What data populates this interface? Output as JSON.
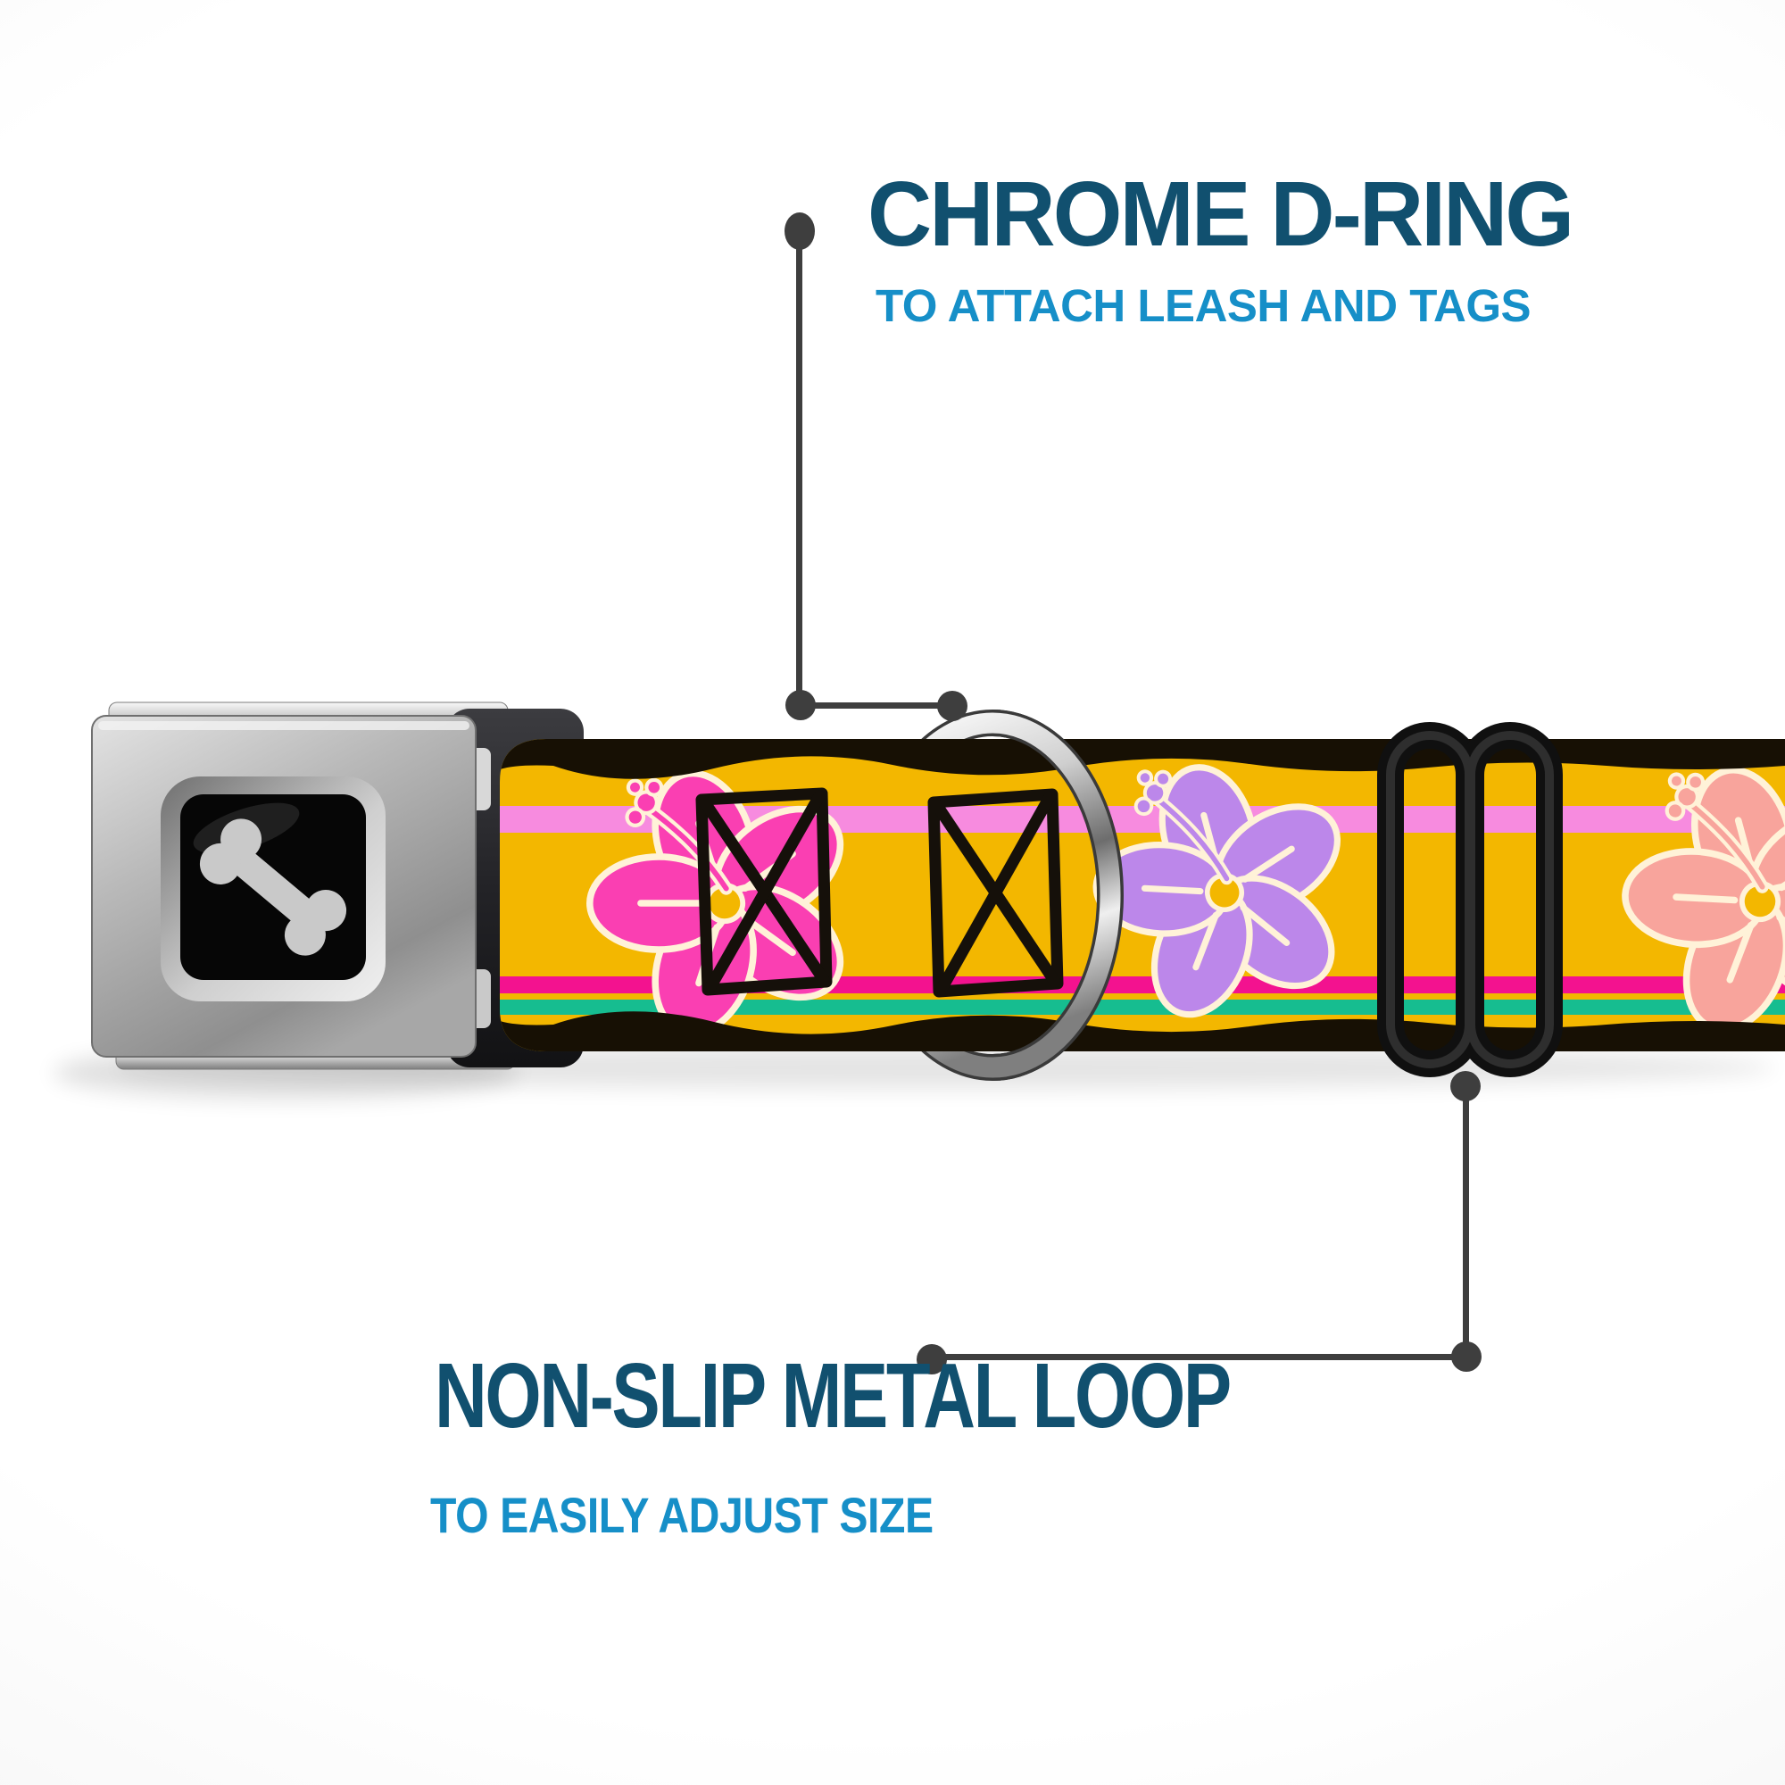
{
  "annotations": {
    "top": {
      "title": "CHROME D-RING",
      "subtitle": "TO ATTACH LEASH AND TAGS",
      "title_color": "#11506F",
      "subtitle_color": "#168FC8"
    },
    "bottom": {
      "title": "NON-SLIP METAL LOOP",
      "subtitle": "TO EASILY ADJUST SIZE",
      "title_color": "#11506F",
      "subtitle_color": "#168FC8"
    },
    "connector_color": "#3E3E3E"
  },
  "product": {
    "name": "seatbelt-buckle dog collar with hibiscus webbing",
    "buckle": {
      "finish": "brushed silver",
      "window_color": "#060606",
      "bone_logo_color": "#C9C9C9"
    },
    "webbing": {
      "base_color": "#F3B700",
      "border_color": "#171004",
      "stripe_colors": {
        "pink": "#F78BDF",
        "magenta": "#F3128F",
        "green": "#16BD90"
      },
      "flower_colors": {
        "pink": "#FA3FB2",
        "purple": "#BC87EA",
        "peach": "#F8A49C"
      },
      "flower_outline_color": "#FFF2D8",
      "stitch_color": "#15100A"
    },
    "dring_finish": "chrome",
    "slider_color": "#1C1C1C"
  }
}
